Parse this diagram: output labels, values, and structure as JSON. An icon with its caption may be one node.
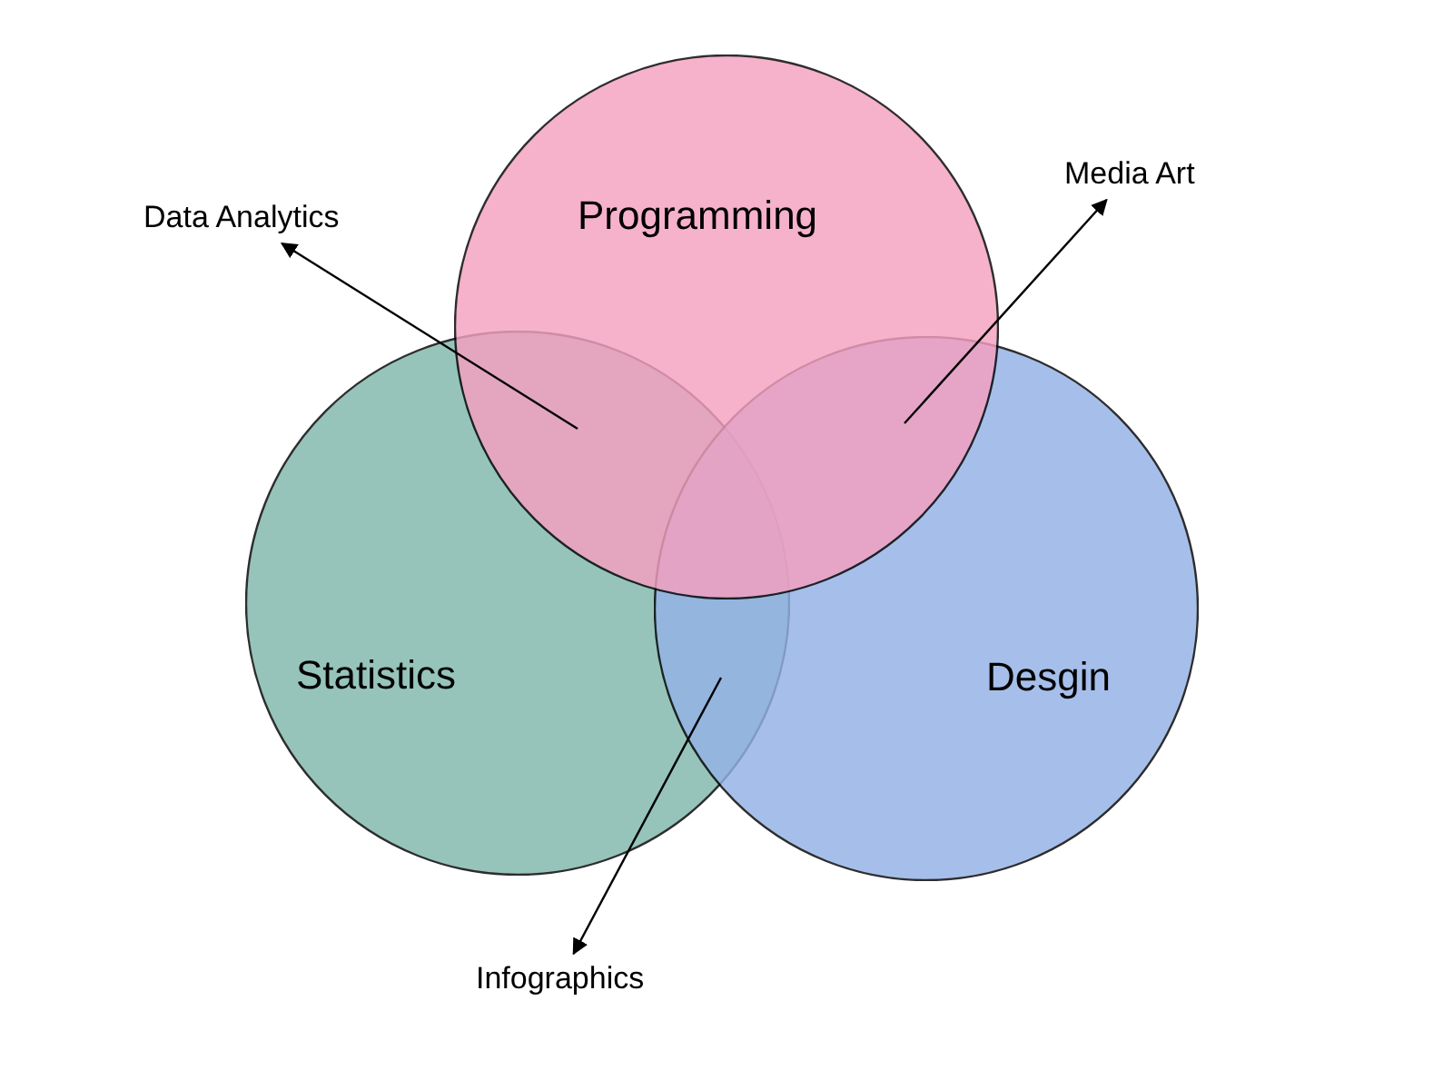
{
  "diagram": {
    "nodes": [
      {
        "text": [
          "Programming"
        ]
      },
      {
        "text": [
          "Statistics"
        ]
      },
      {
        "text": [
          "Desgin"
        ]
      },
      {
        "text": [
          "Data Analytics"
        ]
      },
      {
        "text": [
          "Media Art"
        ]
      },
      {
        "text": [
          "Infographics"
        ]
      }
    ],
    "edges": [
      {
        "from": 0,
        "to": 3,
        "arrow": "to"
      },
      {
        "from": 0,
        "to": 4,
        "arrow": "to"
      },
      {
        "from": 1,
        "to": 5,
        "arrow": "to"
      }
    ]
  }
}
